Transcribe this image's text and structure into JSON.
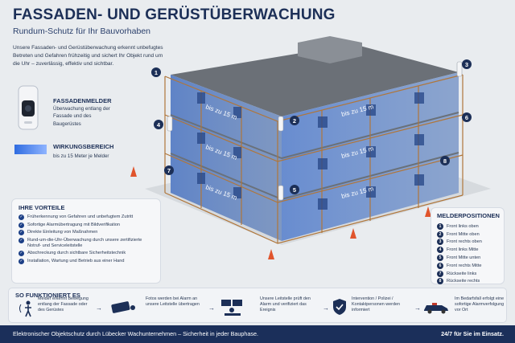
{
  "header": {
    "title": "FASSADEN- UND GERÜSTÜBERWACHUNG",
    "subtitle": "Rundum-Schutz für Ihr Bauvorhaben",
    "intro": "Unsere Fassaden- und Gerüstüberwachung erkennt unbefugtes Betreten und Gefahren frühzeitig und sichert Ihr Objekt rund um die Uhr – zuverlässig, effektiv und sichtbar."
  },
  "legend": {
    "sensor_title": "FASSADENMELDER",
    "sensor_text": "Überwachung entlang der Fassade und des Baugerüstes",
    "range_title": "WIRKUNGSBEREICH",
    "range_text": "bis zu 15 Meter je Melder"
  },
  "building": {
    "range_label": "bis zu 15 m",
    "markers": [
      "1",
      "2",
      "3",
      "4",
      "5",
      "6",
      "7",
      "8"
    ]
  },
  "vorteile": {
    "title": "IHRE VORTEILE",
    "items": [
      "Früherkennung von Gefahren und unbefugtem Zutritt",
      "Sofortige Alarmübertragung mit Bildverifikation",
      "Direkte Einleitung von Maßnahmen",
      "Rund-um-die-Uhr-Überwachung durch unsere zertifizierte Notruf- und Serviceleitstelle",
      "Abschreckung durch sichtbare Sicherheitstechnik",
      "Installation, Wartung und Betrieb aus einer Hand"
    ]
  },
  "positions": {
    "title": "MELDERPOSITIONEN",
    "items": [
      {
        "n": "1",
        "label": "Front links oben"
      },
      {
        "n": "2",
        "label": "Front Mitte oben"
      },
      {
        "n": "3",
        "label": "Front rechts oben"
      },
      {
        "n": "4",
        "label": "Front links Mitte"
      },
      {
        "n": "5",
        "label": "Front Mitte unten"
      },
      {
        "n": "6",
        "label": "Front rechts Mitte"
      },
      {
        "n": "7",
        "label": "Rückseite links"
      },
      {
        "n": "8",
        "label": "Rückseite rechts"
      }
    ]
  },
  "how": {
    "title": "SO FUNKTIONIERT ES",
    "steps": [
      "Melder erkennt Bewegung entlang der Fassade oder des Gerüstes",
      "Fotos werden bei Alarm an unsere Leitstelle übertragen",
      "Unsere Leitstelle prüft den Alarm und verifiziert das Ereignis",
      "Intervention / Polizei / Kontaktpersonen werden informiert",
      "Im Bedarfsfall erfolgt eine sofortige Alarmverfolgung vor Ort"
    ]
  },
  "footer": {
    "left": "Elektronischer Objektschutz durch Lübecker Wachunternehmen – Sicherheit in jeder Bauphase.",
    "right": "24/7 für Sie im Einsatz."
  },
  "colors": {
    "navy": "#1c2f57",
    "blue": "#2f6ce0",
    "footer": "#1b2f5a"
  }
}
